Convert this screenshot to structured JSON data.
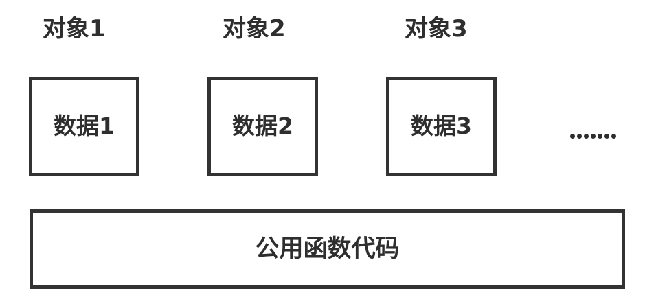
{
  "diagram": {
    "title": "",
    "background_color": "#ffffff",
    "stroke_color": "#333333",
    "text_color": "#2e2e2e",
    "objects": [
      {
        "title": "对象1",
        "data_label": "数据1"
      },
      {
        "title": "对象2",
        "data_label": "数据2"
      },
      {
        "title": "对象3",
        "data_label": "数据3"
      }
    ],
    "ellipsis": {
      "name": "continuation-dots",
      "dot_count": 7
    },
    "shared_code": {
      "label": "公用函数代码"
    }
  }
}
